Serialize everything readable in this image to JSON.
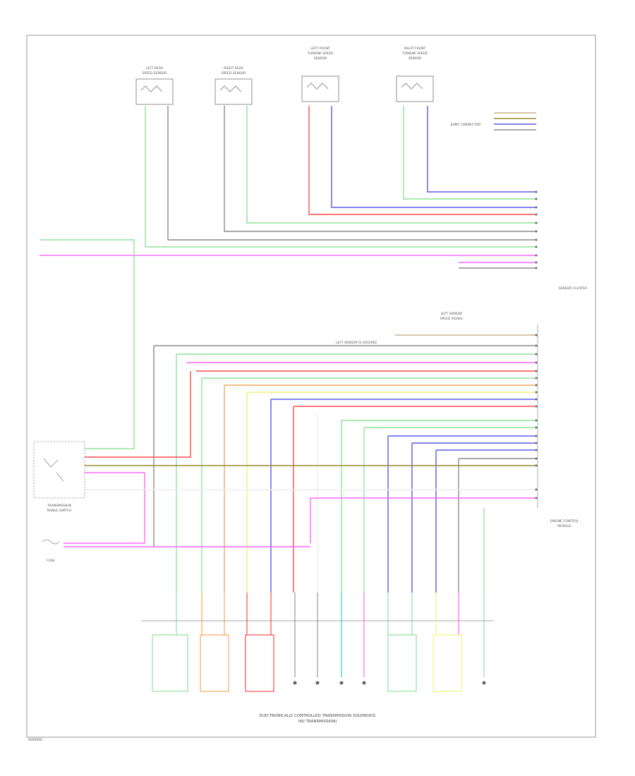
{
  "upper_components": {
    "sensor_1": "LEFT REAR\nSPEED SENSOR",
    "sensor_2": "RIGHT REAR\nSPEED SENSOR",
    "sensor_3": "LEFT FRONT\nTURBINE SPEED\nSENSOR",
    "sensor_4": "RIGHT FRONT\nTURBINE SPEED\nSENSOR"
  },
  "upper_right_note": "JOINT CONNECTOR",
  "upper_module_label": "SENSOR CLUSTER",
  "left_module_label": "TRANSMISSION\nRANGE SWITCH",
  "left_fuse_label": "FUSE",
  "right_module_label": "ENGINE CONTROL\nMODULE",
  "bottom_title": "ELECTRONICALLY CONTROLLED TRANSMISSION SOLENOIDS",
  "bottom_subtitle": "(W/ TRANSMISSION)",
  "lower_header": "LEFT SENSOR\nSPEED SIGNAL",
  "mid_label": "LEFT SENSOR IS GROUND",
  "corner_id": "0000000",
  "wire_colors": {
    "green": "#8fe39a",
    "gray": "#8c8c8c",
    "red": "#ff4a4a",
    "blue": "#5a5af0",
    "magenta": "#ff66ff",
    "yellow": "#f2f27a",
    "orange": "#f2a860",
    "tan": "#c8b48a",
    "olive": "#9a8a2a"
  }
}
